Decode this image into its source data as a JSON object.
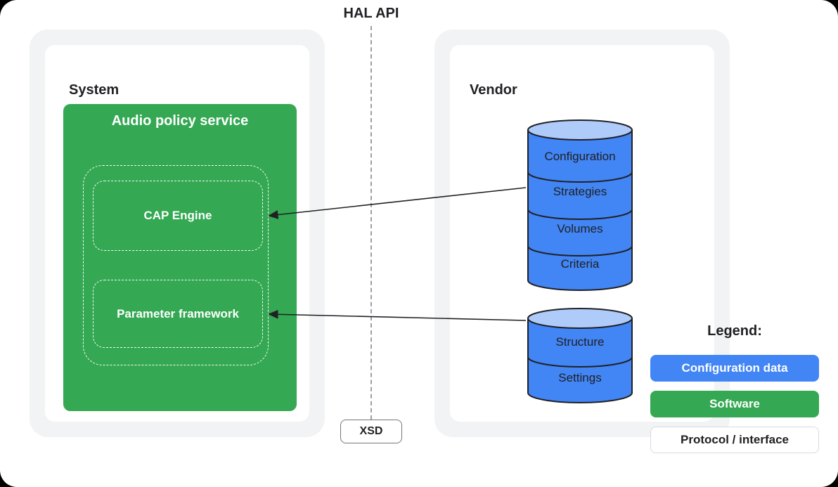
{
  "page": {
    "hal_api_label": "HAL API",
    "xsd_label": "XSD"
  },
  "system": {
    "label": "System",
    "audio_policy_title": "Audio policy service",
    "cap_engine_label": "CAP Engine",
    "parameter_framework_label": "Parameter framework"
  },
  "vendor": {
    "label": "Vendor",
    "config_db": {
      "segments": [
        "Configuration",
        "Strategies",
        "Volumes",
        "Criteria"
      ]
    },
    "settings_db": {
      "segments": [
        "Structure",
        "Settings"
      ]
    }
  },
  "legend": {
    "title": "Legend:",
    "items": [
      {
        "label": "Configuration data",
        "bg": "#4285F4",
        "fg": "#FFFFFF"
      },
      {
        "label": "Software",
        "bg": "#34A853",
        "fg": "#FFFFFF"
      },
      {
        "label": "Protocol / interface",
        "bg": "#FFFFFF",
        "fg": "#202124"
      }
    ]
  },
  "colors": {
    "database_blue": "#4285F4",
    "database_top_blue": "#AECBFA",
    "software_green": "#34A853",
    "panel_gray": "#F1F3F4",
    "outline_dark": "#202124",
    "divider_gray": "#9AA0A6"
  }
}
